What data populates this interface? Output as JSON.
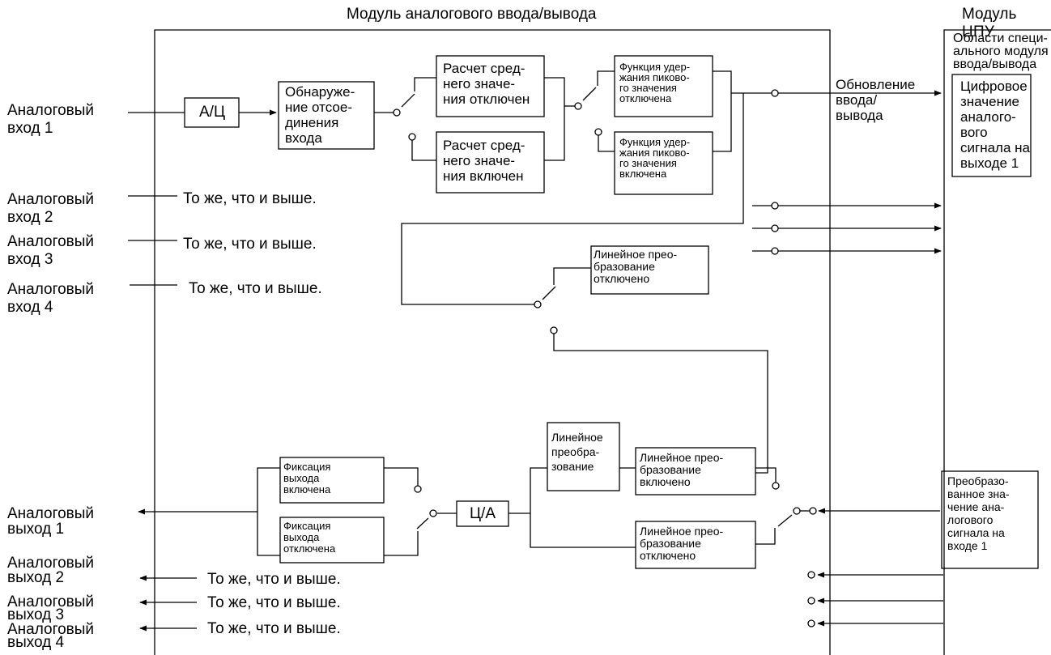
{
  "module_io_title": "Модуль аналогового ввода/вывода",
  "module_cpu_title": "Модуль ЦПУ",
  "cpu_area_title": "Области специ-\nального модуля\nввода/вывода",
  "io_refresh_label": "Обновление\nввода/\nвывода",
  "inputs": {
    "in1": "Аналоговый\nвход 1",
    "in2": "Аналоговый\nвход 2",
    "in3": "Аналоговый\nвход 3",
    "in4": "Аналоговый\nвход 4"
  },
  "outputs": {
    "out1": "Аналоговый\nвыход 1",
    "out2": "Аналоговый\nвыход 2",
    "out3": "Аналоговый\nвыход 3",
    "out4": "Аналоговый\nвыход 4"
  },
  "same_as_above": "То же, что и выше.",
  "blocks": {
    "adc": "А/Ц",
    "dac": "Ц/А",
    "disconnect": "Обнаруже-\nние отсое-\nдинения\nвхода",
    "avg_off": "Расчет сред-\nнего значе-\nния отключен",
    "avg_on": "Расчет сред-\nнего значе-\nния включен",
    "peak_off": "Функция удер-\nжания пиково-\nго значения\nотключена",
    "peak_on": "Функция удер-\nжания пиково-\nго значения\nвключена",
    "scale_in_off": "Линейное прео-\nбразование\nотключено",
    "digital_out": "Цифровое\nзначение\nаналого-\nвого\nсигнала на\nвыходе 1",
    "scaling": "Линейное\nпреобра-\nзование",
    "scale_out_on": "Линейное прео-\nбразование\nвключено",
    "scale_out_off": "Линейное прео-\nбразование\nотключено",
    "hold_on": "Фиксация\nвыхода\nвключена",
    "hold_off": "Фиксация\nвыхода\nотключена",
    "converted_value": "Преобразо-\nванное зна-\nчение ана-\nлогового\nсигнала на\nвходе 1"
  }
}
